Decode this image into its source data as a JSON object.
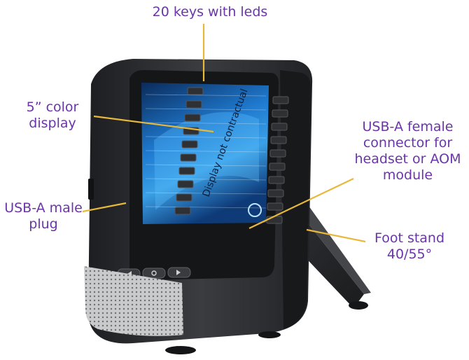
{
  "callouts": {
    "keys": "20 keys with leds",
    "display": [
      "5” color",
      "display"
    ],
    "usb_female": [
      "USB-A female",
      "connector for",
      "headset or AOM",
      "module"
    ],
    "usb_male": [
      "USB-A male",
      "plug"
    ],
    "foot": [
      "Foot stand",
      "40/55°"
    ]
  },
  "screen": {
    "watermark": "Display not contractual"
  },
  "colors": {
    "label_text": "#6a35a8",
    "leader_line": "#e8b83a",
    "device_body": "#2c2d30",
    "screen_glow": "#3aa0e6"
  }
}
